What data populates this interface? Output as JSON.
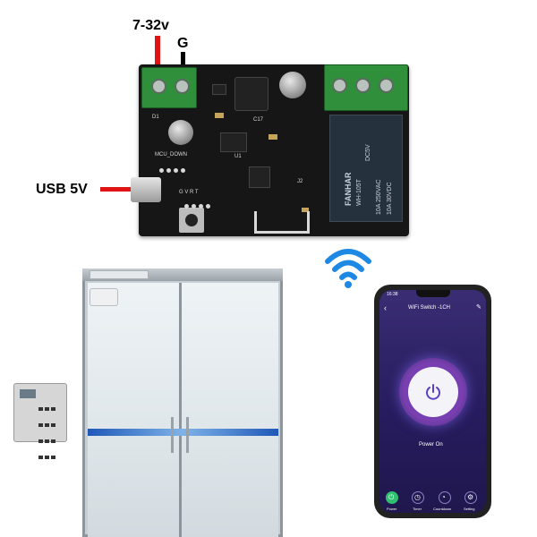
{
  "labels": {
    "voltage": "7-32v",
    "ground": "G",
    "usb": "USB 5V"
  },
  "board": {
    "relay_brand": "FANHAR",
    "relay_model": "WH-105T",
    "relay_rating": "DC5V",
    "relay_spec1": "10A 250VAC",
    "relay_spec2": "10A 30VDC",
    "silk_mcu": "MCU_DOWN",
    "silk_pins": "G V R T",
    "silk_c17": "C17",
    "silk_j2": "J2",
    "silk_u1": "U1",
    "silk_d1": "D1"
  },
  "phone": {
    "time": "16:38",
    "title": "WiFi Switch -1CH",
    "status": "Power On",
    "tabs": [
      {
        "label": "Power",
        "icon": "power-icon"
      },
      {
        "label": "Timer",
        "icon": "clock-icon"
      },
      {
        "label": "Countdown",
        "icon": "countdown-icon"
      },
      {
        "label": "Setting",
        "icon": "gear-icon"
      }
    ]
  },
  "colors": {
    "wire_positive": "#e01414",
    "wire_ground": "#000000",
    "wifi": "#1e88e5",
    "app_bg": "#2b1f63",
    "accent": "#7c5cff"
  }
}
